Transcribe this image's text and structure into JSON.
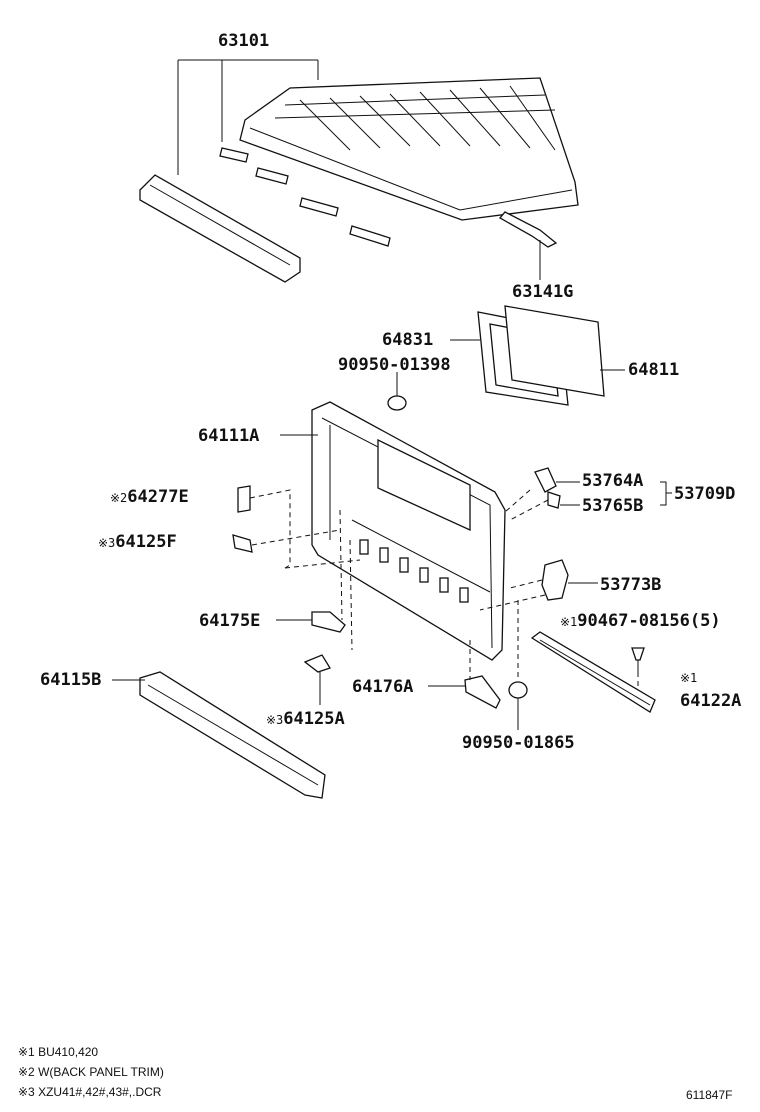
{
  "parts": {
    "p63101": "63101",
    "p63141G": "63141G",
    "p64831": "64831",
    "p64811": "64811",
    "p90950_01398": "90950-01398",
    "p64111A": "64111A",
    "p64277E": "64277E",
    "p64125F": "64125F",
    "p53764A": "53764A",
    "p53765B": "53765B",
    "p53709D": "53709D",
    "p53773B": "53773B",
    "p90467_08156": "90467-08156(5)",
    "p64175E": "64175E",
    "p64115B": "64115B",
    "p64176A": "64176A",
    "p64122A": "64122A",
    "p64125A": "64125A",
    "p90950_01865": "90950-01865"
  },
  "marks": {
    "m1": "※1",
    "m2": "※2",
    "m3": "※3"
  },
  "notes": [
    "※1 BU410,420",
    "※2 W(BACK PANEL TRIM)",
    "※3 XZU41#,42#,43#,.DCR"
  ],
  "figure_id": "611847F"
}
